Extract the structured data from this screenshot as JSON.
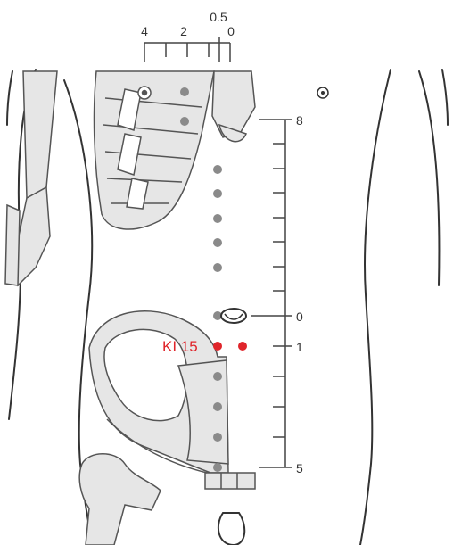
{
  "colors": {
    "bone_fill": "#e6e6e6",
    "bone_stroke": "#555555",
    "skin_stroke": "#333333",
    "point_gray": "#8a8a8a",
    "point_red": "#e0252b",
    "ruler": "#444444"
  },
  "top_scale": {
    "labels": [
      "4",
      "2",
      "0.5",
      "0"
    ]
  },
  "right_scale": {
    "labels": [
      "8",
      "0",
      "1",
      "5"
    ]
  },
  "acupoint": {
    "label": "KI 15"
  },
  "icons": [
    "umbilicus-icon",
    "nipple-icon",
    "skeleton-figure"
  ]
}
